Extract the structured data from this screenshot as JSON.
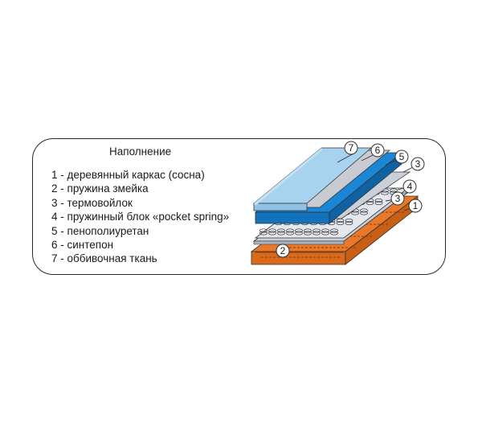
{
  "legend": {
    "title": "Наполнение",
    "items": [
      "1 - деревянный каркас (сосна)",
      "2 - пружина змейка",
      "3 - термовойлок",
      "4 - пружинный блок «pocket spring»",
      "5 - пенополиуретан",
      "6 - синтепон",
      "7 - оббивочная ткань"
    ]
  },
  "callouts": [
    "1",
    "2",
    "3",
    "3",
    "4",
    "5",
    "6",
    "7"
  ],
  "colors": {
    "frame_wood": "#e8792a",
    "spring_snake": "#f4a25c",
    "felt": "#c9d0da",
    "pocket_spring": "#e4e8ee",
    "foam": "#1a87d6",
    "sintepon": "#c8ccd2",
    "upholstery": "#a8d3ee"
  }
}
